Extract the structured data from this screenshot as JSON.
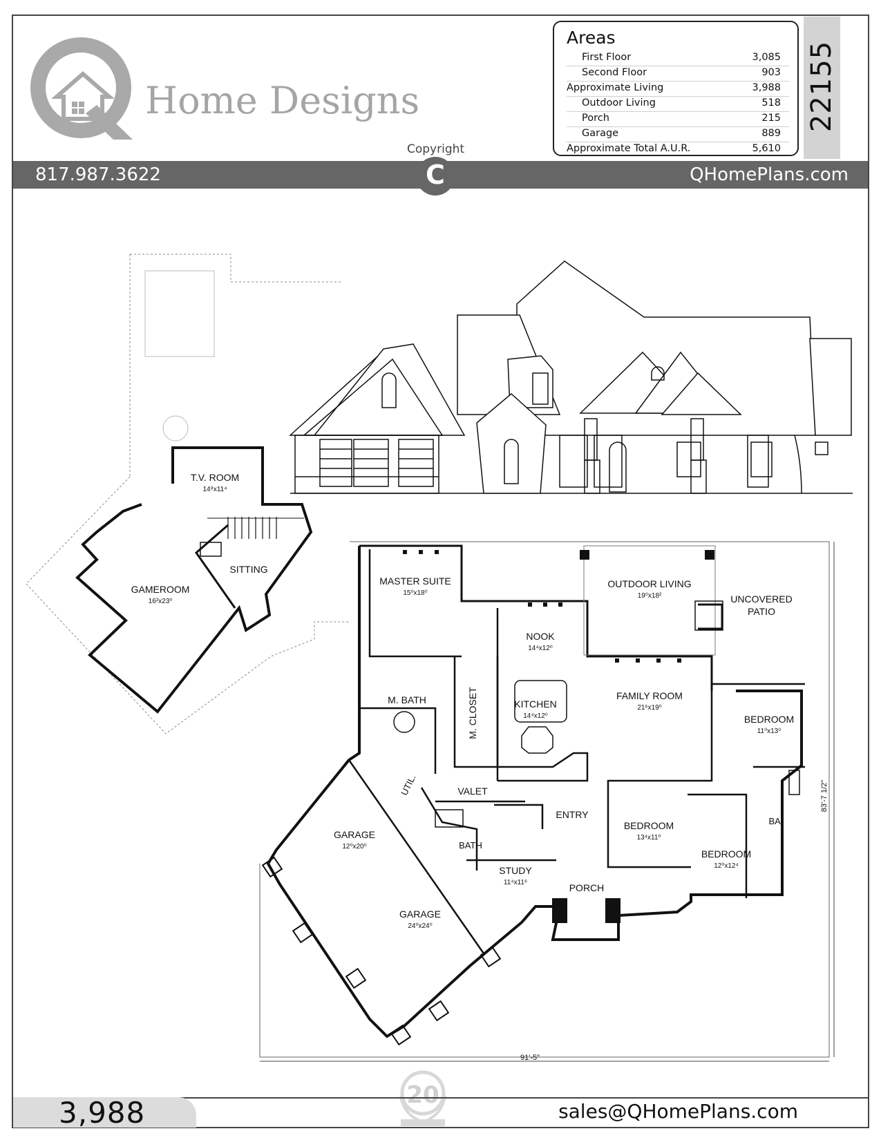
{
  "brand": {
    "name": "Home Designs",
    "phone": "817.987.3622",
    "website": "QHomePlans.com",
    "email": "sales@QHomePlans.com"
  },
  "copyright": {
    "label": "Copyright",
    "symbol": "C"
  },
  "plan_number": "22155",
  "total_sqft": "3,988",
  "areas": {
    "title": "Areas",
    "rows": [
      {
        "label": "First Floor",
        "value": "3,085"
      },
      {
        "label": "Second Floor",
        "value": "903"
      },
      {
        "label": "Approximate Living",
        "value": "3,988"
      },
      {
        "label": "Outdoor Living",
        "value": "518"
      },
      {
        "label": "Porch",
        "value": "215"
      },
      {
        "label": "Garage",
        "value": "889"
      },
      {
        "label": "Approximate Total A.U.R.",
        "value": "5,610"
      }
    ]
  },
  "second_floor": {
    "rooms": [
      {
        "name": "T.V. ROOM",
        "dims": "14⁸x11⁴"
      },
      {
        "name": "SITTING",
        "dims": ""
      },
      {
        "name": "GAMEROOM",
        "dims": "16²x23⁰"
      }
    ]
  },
  "first_floor": {
    "rooms": [
      {
        "name": "MASTER SUITE",
        "dims": "15⁰x18⁰"
      },
      {
        "name": "OUTDOOR LIVING",
        "dims": "19⁰x18²"
      },
      {
        "name": "UNCOVERED",
        "dims": "PATIO"
      },
      {
        "name": "NOOK",
        "dims": "14⁴x12⁰"
      },
      {
        "name": "KITCHEN",
        "dims": "14⁴x12⁰"
      },
      {
        "name": "FAMILY ROOM",
        "dims": "21⁶x19⁰"
      },
      {
        "name": "BEDROOM",
        "dims": "11⁰x13⁰"
      },
      {
        "name": "M. BATH",
        "dims": ""
      },
      {
        "name": "M. CLOSET",
        "dims": ""
      },
      {
        "name": "UTIL.",
        "dims": ""
      },
      {
        "name": "VALET",
        "dims": ""
      },
      {
        "name": "ENTRY",
        "dims": ""
      },
      {
        "name": "BEDROOM",
        "dims": "13⁴x11⁰"
      },
      {
        "name": "BEDROOM",
        "dims": "12⁰x12⁴"
      },
      {
        "name": "BA.",
        "dims": ""
      },
      {
        "name": "GARAGE",
        "dims": "12⁰x20⁰"
      },
      {
        "name": "BATH",
        "dims": ""
      },
      {
        "name": "STUDY",
        "dims": "11⁴x11⁶"
      },
      {
        "name": "PORCH",
        "dims": ""
      },
      {
        "name": "GARAGE",
        "dims": "24⁰x24⁰"
      }
    ],
    "dimension_width": "91'-5\"",
    "dimension_depth": "83'-7 1/2\""
  },
  "seal_text": "20"
}
